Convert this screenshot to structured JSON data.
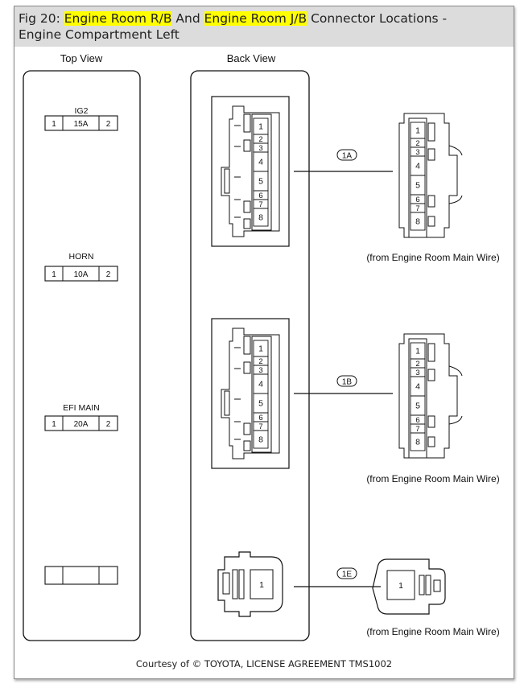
{
  "title": {
    "prefix": "Fig 20: ",
    "highlight_1": "Engine Room R/B",
    "middle": " And ",
    "highlight_2": "Engine Room J/B",
    "suffix": " Connector Locations -",
    "line2": "Engine Compartment Left",
    "highlight_color": "#ffff00"
  },
  "top_view": {
    "heading": "Top View",
    "fuses": [
      {
        "name": "IG2",
        "pin_left": "1",
        "rating": "15A",
        "pin_right": "2"
      },
      {
        "name": "HORN",
        "pin_left": "1",
        "rating": "10A",
        "pin_right": "2"
      },
      {
        "name": "EFI MAIN",
        "pin_left": "1",
        "rating": "20A",
        "pin_right": "2"
      },
      {
        "name": "",
        "pin_left": "",
        "rating": "",
        "pin_right": ""
      }
    ]
  },
  "back_view": {
    "heading": "Back View",
    "connectors": [
      {
        "id": "1A",
        "pins": [
          "1",
          "2",
          "3",
          "4",
          "5",
          "6",
          "7",
          "8"
        ],
        "caption": "(from Engine Room Main Wire)"
      },
      {
        "id": "1B",
        "pins": [
          "1",
          "2",
          "3",
          "4",
          "5",
          "6",
          "7",
          "8"
        ],
        "caption": "(from Engine Room Main Wire)"
      },
      {
        "id": "1E",
        "pins": [
          "1"
        ],
        "caption": "(from Engine Room Main Wire)"
      }
    ]
  },
  "footer": "Courtesy of © TOYOTA, LICENSE AGREEMENT TMS1002"
}
